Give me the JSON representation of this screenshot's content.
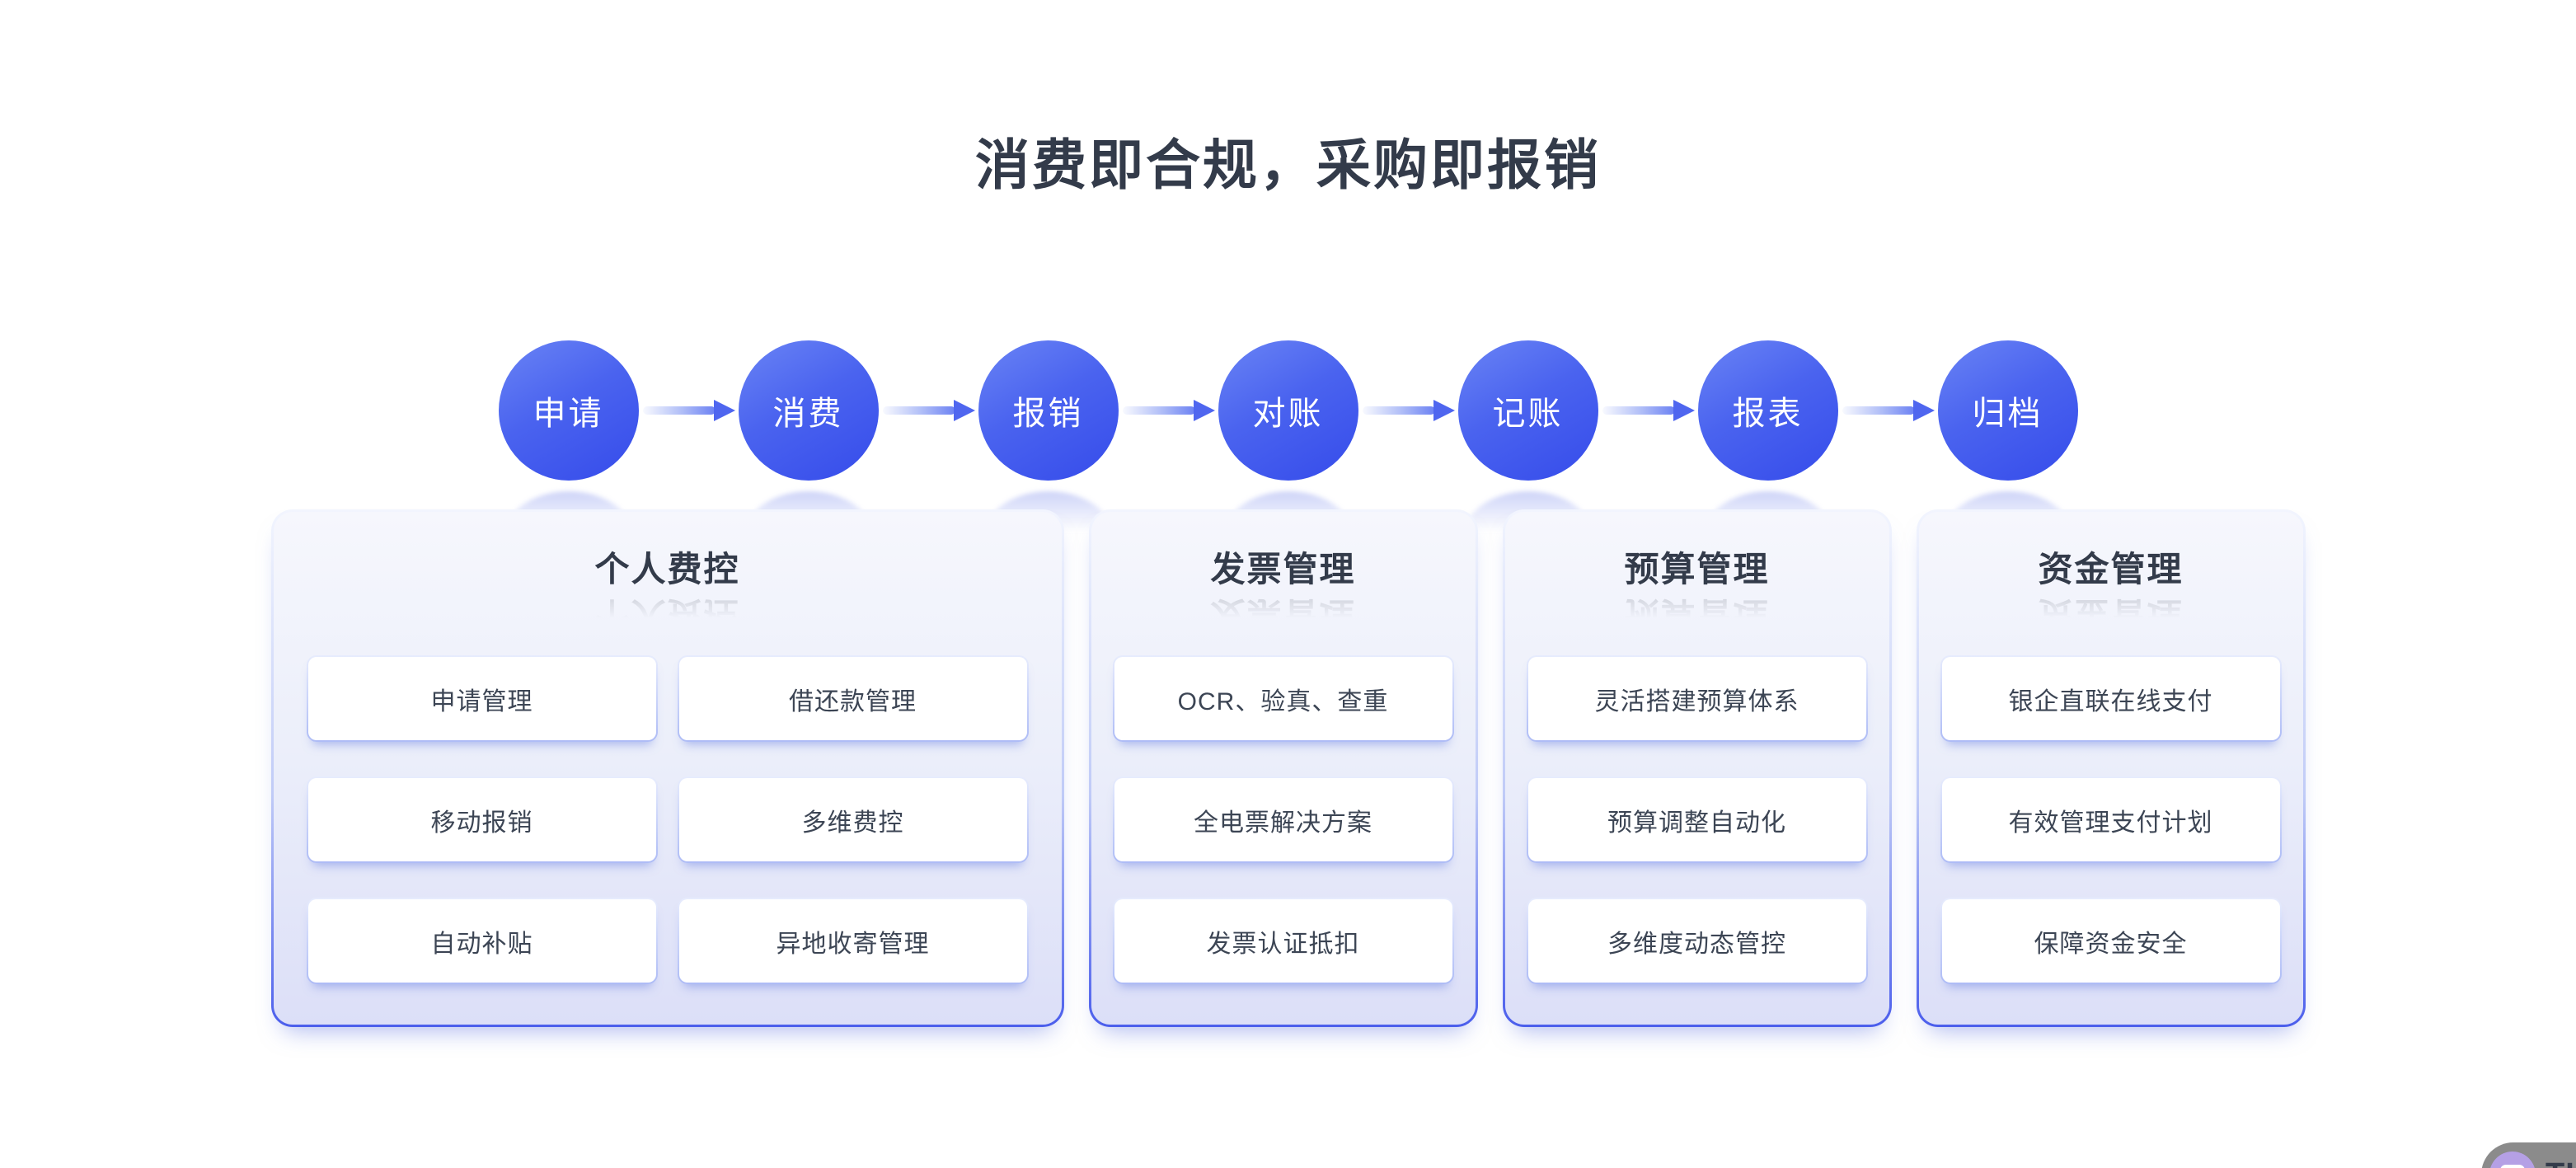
{
  "page": {
    "title": "消费即合规，采购即报销"
  },
  "flow": {
    "steps": [
      "申请",
      "消费",
      "报销",
      "对账",
      "记账",
      "报表",
      "归档"
    ]
  },
  "cards": [
    {
      "title": "个人费控",
      "columns": 2,
      "items": [
        "申请管理",
        "借还款管理",
        "移动报销",
        "多维费控",
        "自动补贴",
        "异地收寄管理"
      ]
    },
    {
      "title": "发票管理",
      "columns": 1,
      "items": [
        "OCR、验真、查重",
        "全电票解决方案",
        "发票认证抵扣"
      ]
    },
    {
      "title": "预算管理",
      "columns": 1,
      "items": [
        "灵活搭建预算体系",
        "预算调整自动化",
        "多维度动态管控"
      ]
    },
    {
      "title": "资金管理",
      "columns": 1,
      "items": [
        "银企直联在线支付",
        "有效管理支付计划",
        "保障资金安全"
      ]
    }
  ],
  "watermark": {
    "text": "TIN"
  },
  "colors": {
    "title_text": "#333B4A",
    "circle_gradient_start": "#6A84F5",
    "circle_gradient_end": "#3B52EC",
    "arrow_blue": "#4F66EF",
    "card_bottom_border": "#4B5EEC",
    "card_bg_bottom": "#DCDFF8",
    "tile_border": "#AEBCF6",
    "tile_text": "#3C4554",
    "watermark_gray": "#8B8B8B",
    "watermark_purple": "#B5A0E5"
  }
}
